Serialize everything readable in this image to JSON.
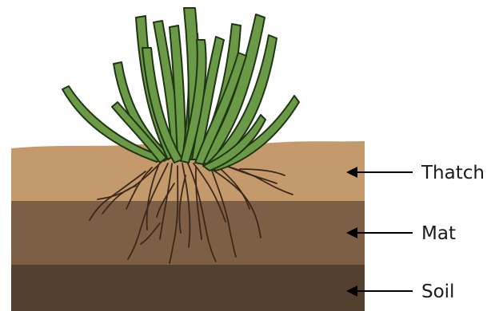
{
  "labels": {
    "thatch": "Thatch",
    "mat": "Mat",
    "soil": "Soil"
  },
  "colors": {
    "thatch": "#c49a6c",
    "mat": "#7d5f45",
    "soil": "#54402e",
    "grass": "#6a9a45",
    "grass_outline": "#1f3514",
    "roots": "#3b2818",
    "arrow": "#000000"
  },
  "icons": {
    "plant": "grass-tuft-icon",
    "arrow": "left-arrow-icon"
  }
}
